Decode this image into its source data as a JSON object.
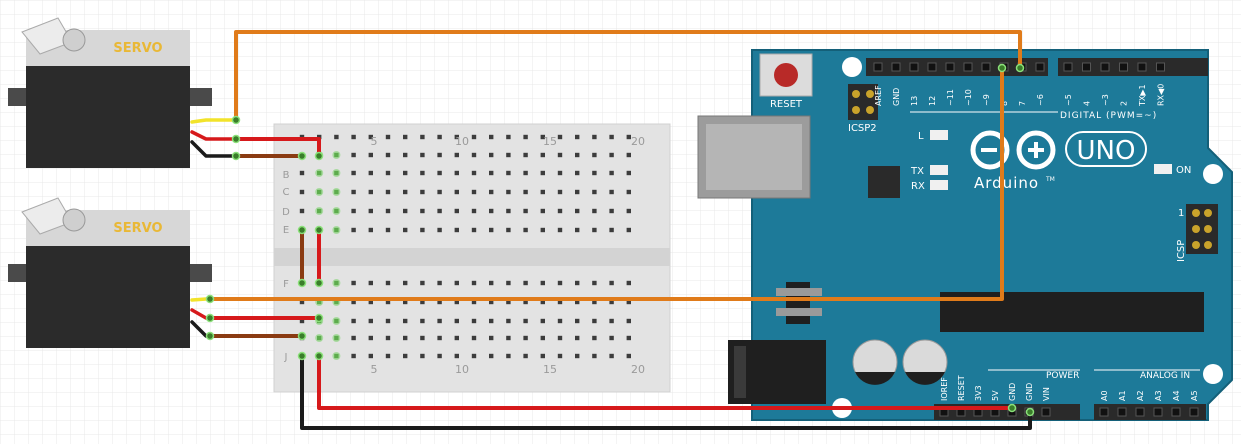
{
  "servos": [
    {
      "label": "SERVO"
    },
    {
      "label": "SERVO"
    }
  ],
  "breadboard": {
    "column_numbers": [
      "5",
      "10",
      "15",
      "20"
    ],
    "row_letters_top": [
      "B",
      "C",
      "D",
      "E"
    ],
    "row_letters_bottom": [
      "F",
      "J"
    ]
  },
  "arduino": {
    "reset_label": "RESET",
    "icsp2_label": "ICSP2",
    "icsp_label": "ICSP",
    "icsp_pin1": "1",
    "logo_text": "UNO",
    "brand_text": "Arduino",
    "brand_tm": "TM",
    "led_l": "L",
    "led_tx": "TX",
    "led_rx": "RX",
    "on_label": "ON",
    "digital_label": "DIGITAL (PWM=~)",
    "power_label": "POWER",
    "analog_label": "ANALOG IN",
    "top_header_pins": [
      "AREF",
      "GND",
      "13",
      "12",
      "~11",
      "~10",
      "~9",
      "8",
      "7",
      "~6",
      "~5",
      "4",
      "~3",
      "2",
      "TX▶1",
      "RX◀0"
    ],
    "power_pins": [
      "IOREF",
      "RESET",
      "3V3",
      "5V",
      "GND",
      "GND",
      "VIN"
    ],
    "analog_pins": [
      "A0",
      "A1",
      "A2",
      "A3",
      "A4",
      "A5"
    ]
  },
  "wire_colors": {
    "signal": "#e07b1a",
    "power": "#d6191b",
    "ground": "#1b1b1b",
    "servo_ground": "#8a3b12",
    "servo_signal_lead": "#f2e32a"
  }
}
